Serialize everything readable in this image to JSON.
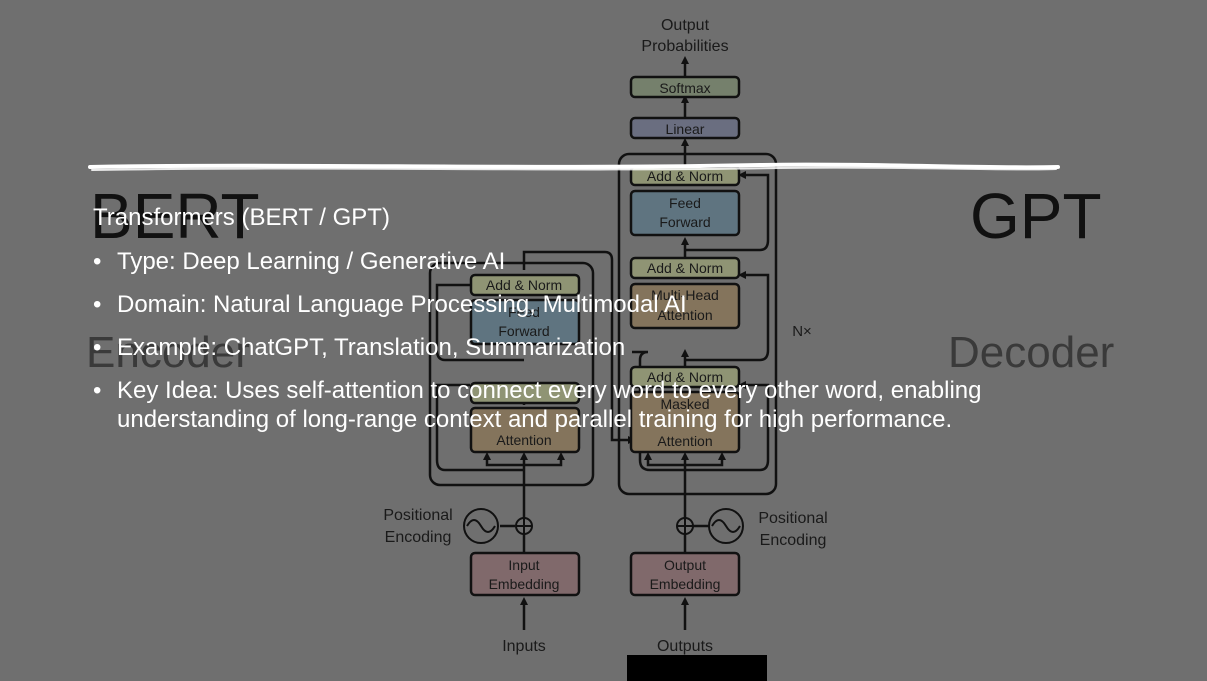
{
  "diagram": {
    "output_probabilities": [
      "Output",
      "Probabilities"
    ],
    "softmax": "Softmax",
    "linear": "Linear",
    "add_norm": "Add & Norm",
    "feed_forward": [
      "Feed",
      "Forward"
    ],
    "multi_head_attention": [
      "Multi-Head",
      "Attention"
    ],
    "masked_attention": [
      "Masked",
      "Attention"
    ],
    "encoder_attention_tail": "Attention",
    "nx": "N×",
    "positional_encoding": [
      "Positional",
      "Encoding"
    ],
    "input_embedding": [
      "Input",
      "Embedding"
    ],
    "output_embedding": [
      "Output",
      "Embedding"
    ],
    "inputs": "Inputs",
    "outputs": "Outputs"
  },
  "labels": {
    "bert": "BERT",
    "gpt": "GPT",
    "encoder": "Encoder",
    "decoder": "Decoder"
  },
  "overlay": {
    "title": "Transformers (BERT / GPT)",
    "bullets": [
      "Type: Deep Learning / Generative AI",
      "Domain: Natural Language Processing, Multimodal AI",
      "Example: ChatGPT, Translation, Summarization",
      "Key Idea: Uses self-attention to connect every word to every other word, enabling understanding of long-range context and parallel training for high performance."
    ]
  },
  "colors": {
    "background": "#6f6f6f",
    "add_norm_fill": "#8f9474",
    "feed_forward_fill": "#5f7480",
    "attention_fill": "#84745c",
    "embedding_fill": "#80696b",
    "softmax_fill": "#75806c",
    "linear_fill": "#6a6e80",
    "box_stroke": "#111111",
    "text_dark": "#1a1a1a",
    "overlay_text": "#ffffff"
  }
}
